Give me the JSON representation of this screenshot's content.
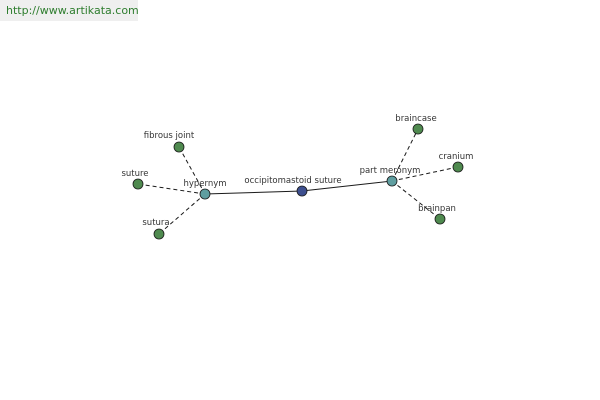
{
  "watermark": {
    "text": "http://www.artikata.com"
  },
  "colors": {
    "leaf": "#4f8a4f",
    "relation": "#5f9ea0",
    "center": "#3d4f8f"
  },
  "graph": {
    "center": {
      "label": "occipitomastoid suture"
    },
    "relations": [
      {
        "label": "hypernym"
      },
      {
        "label": "part meronym"
      }
    ],
    "hypernym_terms": [
      {
        "label": "fibrous joint"
      },
      {
        "label": "suture"
      },
      {
        "label": "sutura"
      }
    ],
    "part_meronym_terms": [
      {
        "label": "braincase"
      },
      {
        "label": "cranium"
      },
      {
        "label": "brainpan"
      }
    ]
  }
}
